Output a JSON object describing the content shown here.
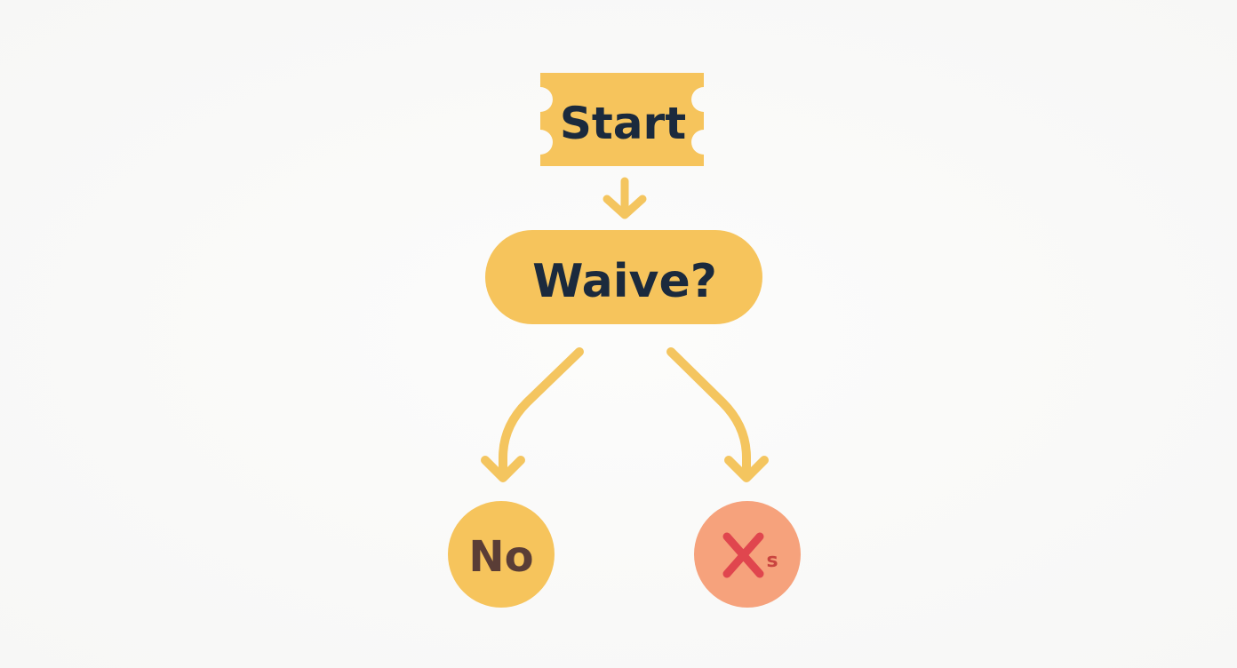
{
  "diagram": {
    "start": {
      "label": "Start"
    },
    "decision": {
      "label": "Waive?"
    },
    "left_outcome": {
      "label": "No"
    },
    "right_outcome": {
      "label": "s",
      "icon": "cross-icon"
    }
  },
  "colors": {
    "background": "#fafafa",
    "node_fill": "#f6c45c",
    "connector": "#f4c55f",
    "text_dark": "#1b2a3d",
    "text_brown": "#5a3d36",
    "reject_fill": "#f6a27c",
    "reject_mark": "#e0464e"
  }
}
